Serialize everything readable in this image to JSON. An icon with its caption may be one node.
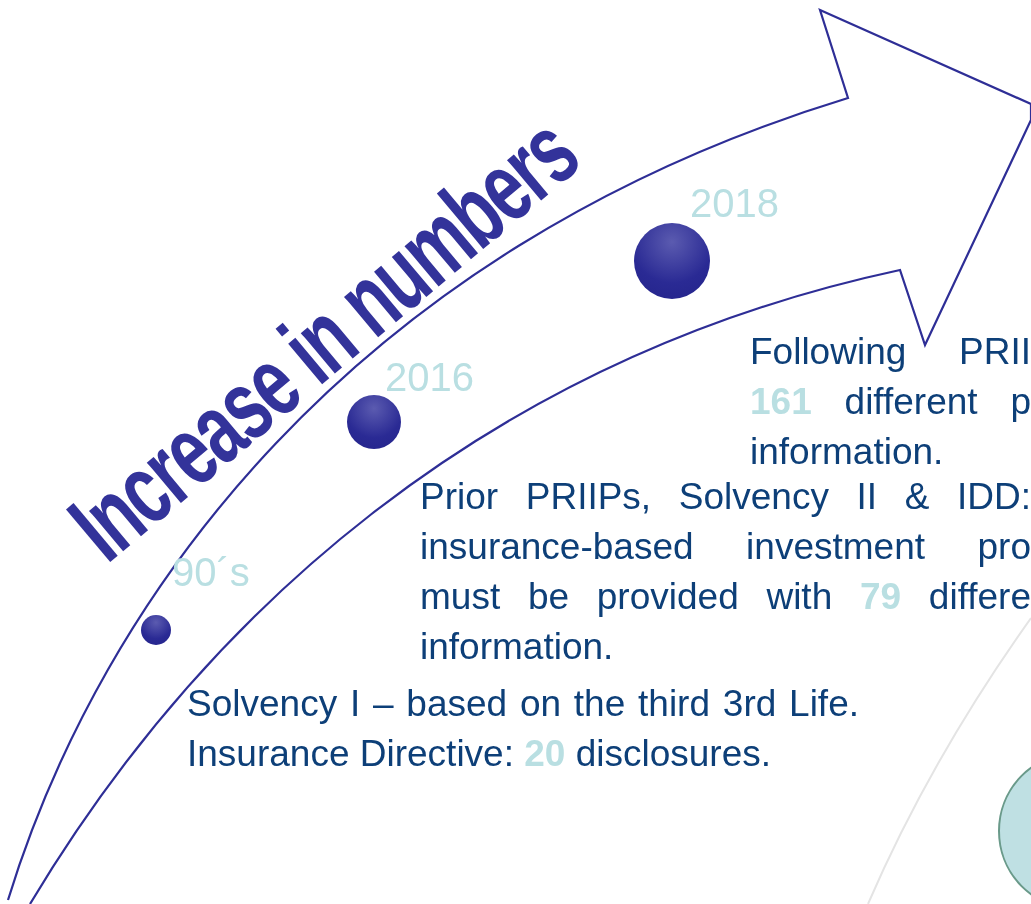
{
  "diagram": {
    "title": "Increase in numbers",
    "nodes": [
      {
        "text": [],
        "shape": "circle",
        "beside": [
          "90´s",
          "Solvency I – based on the third 3rd Life. Insurance Directive: **20** disclosures."
        ]
      },
      {
        "text": [],
        "shape": "circle",
        "beside": [
          "2016",
          "Prior PRIIPs, Solvency II & IDD: insurance-based investment pro must be provided with **79** differe information."
        ]
      },
      {
        "text": [],
        "shape": "circle",
        "beside": [
          "2018",
          "Following PRII **161** different p information."
        ]
      },
      {
        "text": [],
        "shape": "circle"
      }
    ],
    "edges": []
  }
}
